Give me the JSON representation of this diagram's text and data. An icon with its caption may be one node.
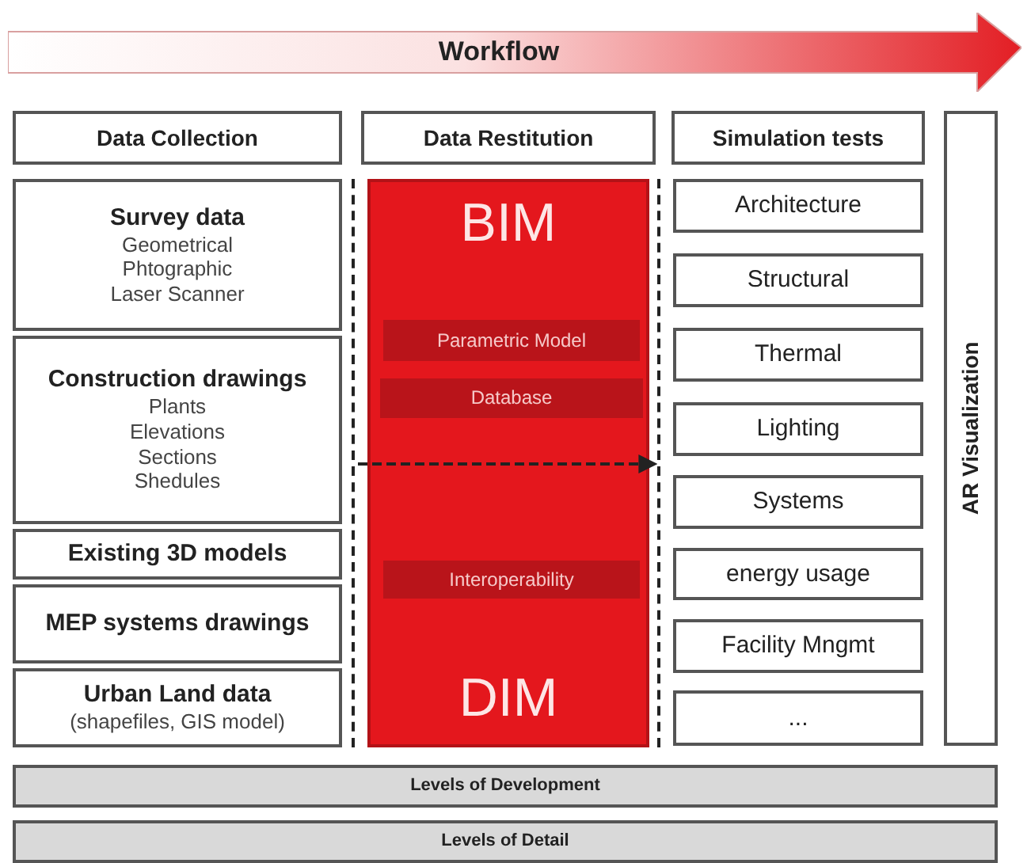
{
  "diagram": {
    "nodes": [
      {
        "text": [
          "Workflow"
        ]
      },
      {
        "text": [
          "Data Collection"
        ]
      },
      {
        "text": [
          "Data Restitution"
        ]
      },
      {
        "text": [
          "Simulation tests"
        ]
      },
      {
        "text": [
          "AR Visualization"
        ]
      },
      {
        "text": [
          "Survey data",
          "Geometrical",
          "Phtographic",
          "Laser Scanner"
        ]
      },
      {
        "text": [
          "Construction drawings",
          "Plants",
          "Elevations",
          "Sections",
          "Shedules"
        ]
      },
      {
        "text": [
          "Existing 3D models"
        ]
      },
      {
        "text": [
          "MEP systems drawings"
        ]
      },
      {
        "text": [
          "Urban Land data",
          "(shapefiles, GIS model)"
        ]
      },
      {
        "text": [],
        "shape": "bar"
      },
      {
        "text": [
          "BIM",
          "DIM"
        ]
      },
      {
        "text": [
          "Parametric Model"
        ],
        "in": 11
      },
      {
        "text": [
          "Database"
        ],
        "in": 11
      },
      {
        "text": [
          "Interoperability"
        ],
        "in": 11
      },
      {
        "text": [],
        "shape": "bar"
      },
      {
        "text": [
          "Architecture"
        ]
      },
      {
        "text": [
          "Structural"
        ]
      },
      {
        "text": [
          "Thermal"
        ]
      },
      {
        "text": [
          "Lighting"
        ]
      },
      {
        "text": [
          "Systems"
        ]
      },
      {
        "text": [
          "energy usage"
        ]
      },
      {
        "text": [
          "Facility Mngmt"
        ]
      },
      {
        "text": [
          "..."
        ]
      },
      {
        "text": [
          "Levels of Development"
        ]
      },
      {
        "text": [
          "Levels of Detail"
        ]
      }
    ],
    "edges": [
      {
        "from": 10,
        "to": 15,
        "arrow": "to",
        "style": "dashed"
      }
    ]
  }
}
